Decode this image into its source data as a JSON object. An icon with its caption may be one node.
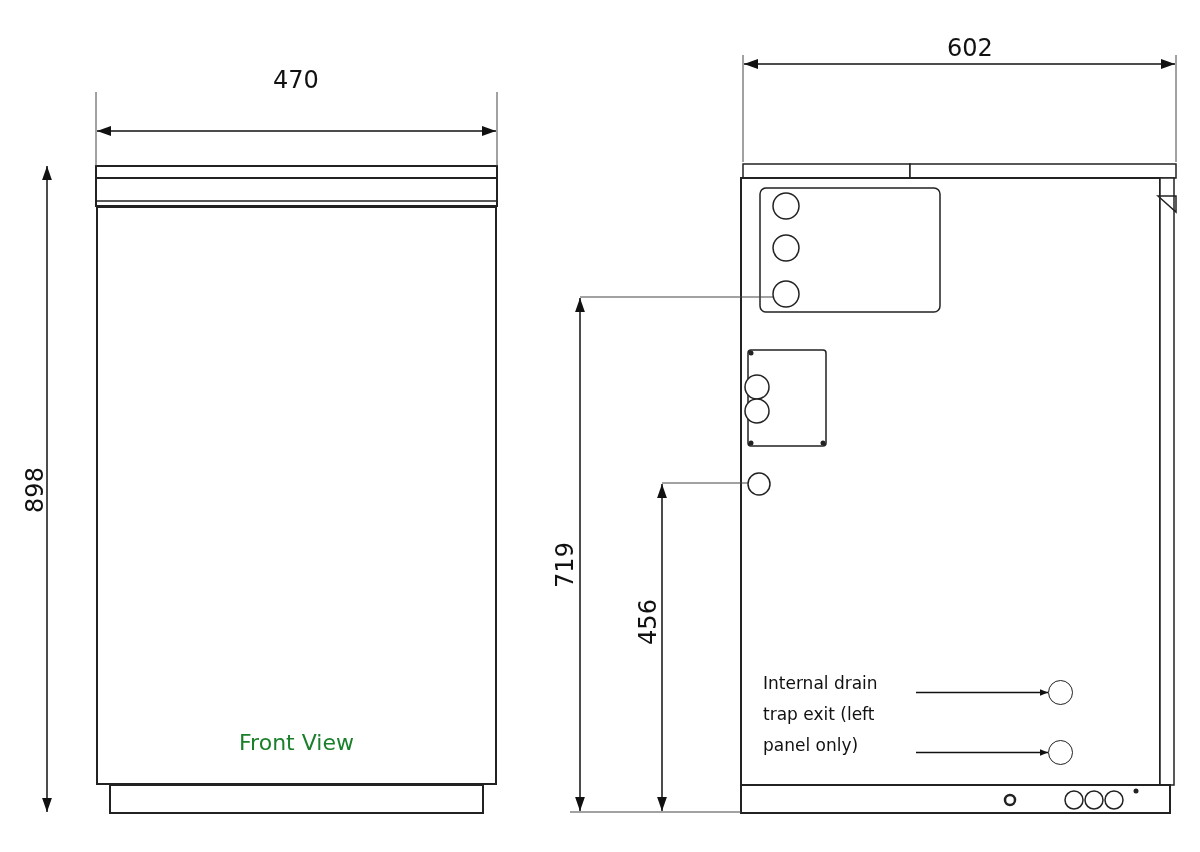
{
  "diagram": {
    "nodes": [
      {
        "text": [
          "Front View"
        ]
      },
      {
        "text": [
          "Internal drain trap exit (left panel only)"
        ]
      },
      {
        "text": [],
        "shape": "circle"
      },
      {
        "text": [],
        "shape": "circle"
      }
    ],
    "edges": [
      {
        "from": 1,
        "to": 2,
        "arrow": "to"
      },
      {
        "from": 1,
        "to": 3,
        "arrow": "to"
      }
    ],
    "labels": [
      "602",
      "470",
      "898",
      "719",
      "456"
    ]
  }
}
